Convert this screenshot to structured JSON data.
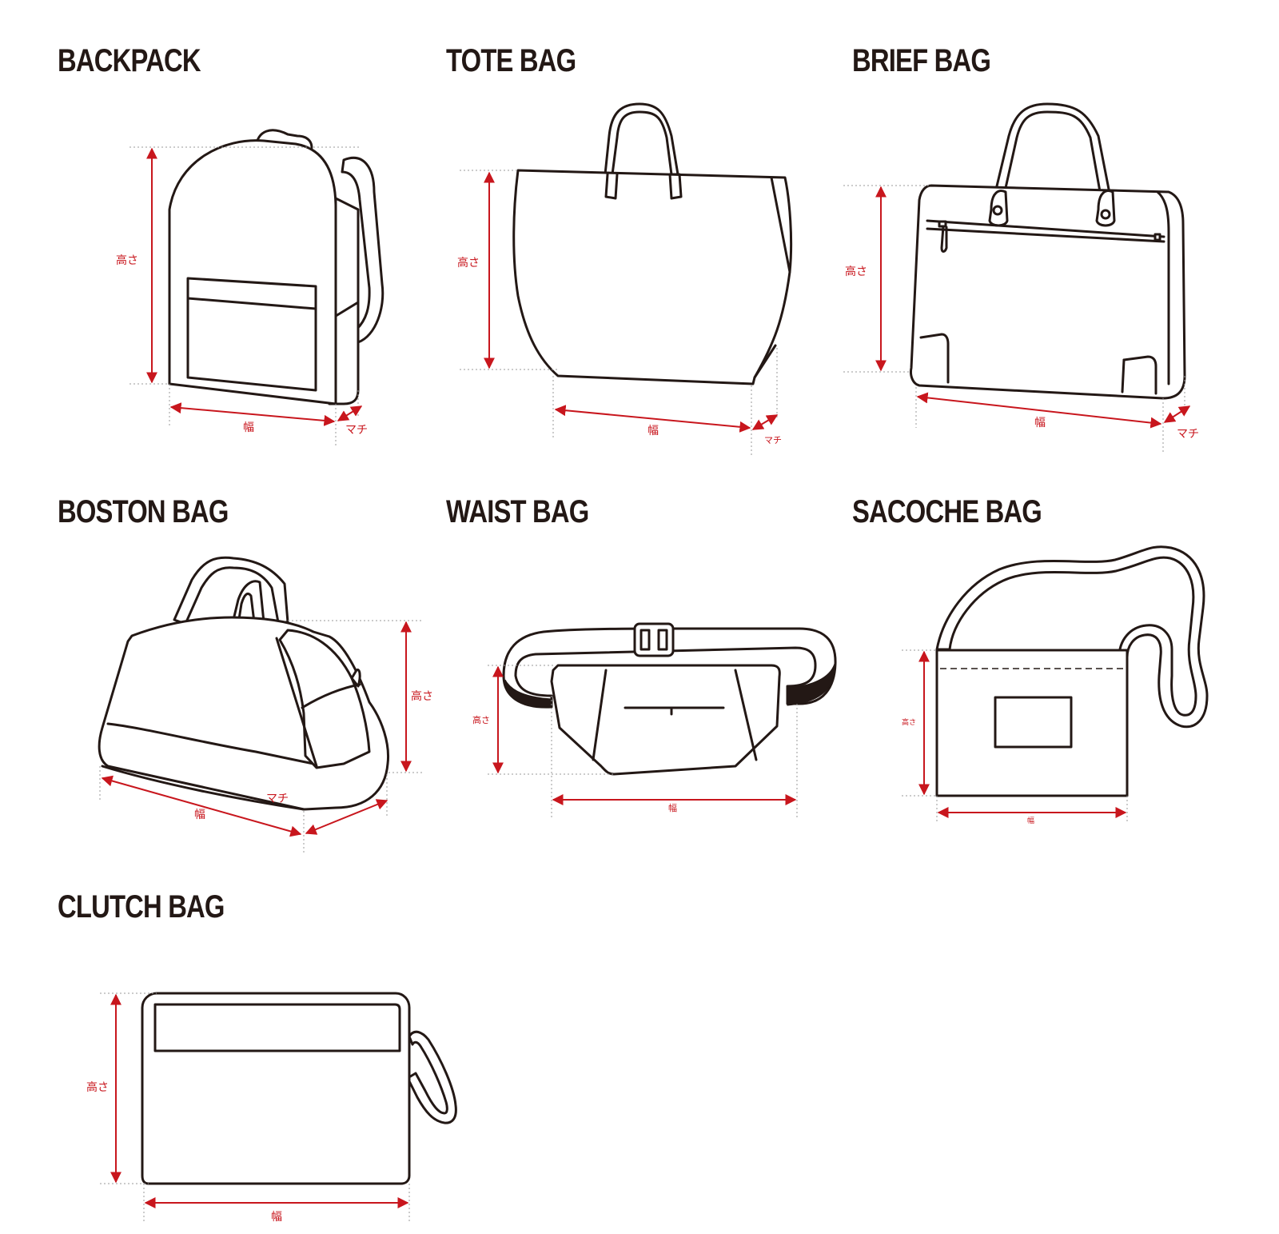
{
  "colors": {
    "outline": "#231815",
    "dimension": "#c8161d",
    "background": "#ffffff"
  },
  "bags": [
    {
      "title": "BACKPACK",
      "height_label": "高さ",
      "width_label": "幅",
      "depth_label": "マチ"
    },
    {
      "title": "TOTE BAG",
      "height_label": "高さ",
      "width_label": "幅",
      "depth_label": "マチ"
    },
    {
      "title": "BRIEF BAG",
      "height_label": "高さ",
      "width_label": "幅",
      "depth_label": "マチ"
    },
    {
      "title": "BOSTON BAG",
      "height_label": "高さ",
      "width_label": "幅",
      "depth_label": "マチ"
    },
    {
      "title": "WAIST BAG",
      "height_label": "高さ",
      "width_label": "幅"
    },
    {
      "title": "SACOCHE BAG",
      "height_label": "高さ",
      "width_label": "幅"
    },
    {
      "title": "CLUTCH BAG",
      "height_label": "高さ",
      "width_label": "幅"
    }
  ]
}
